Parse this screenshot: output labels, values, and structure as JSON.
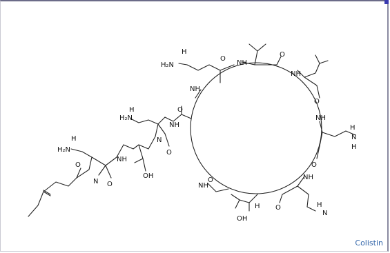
{
  "figure": {
    "caption": "Colistin",
    "accent_color": "#3366aa",
    "atoms": {
      "h2n": "H₂N",
      "h": "H",
      "n": "N",
      "o": "O",
      "oh": "OH",
      "nh": "NH"
    }
  }
}
